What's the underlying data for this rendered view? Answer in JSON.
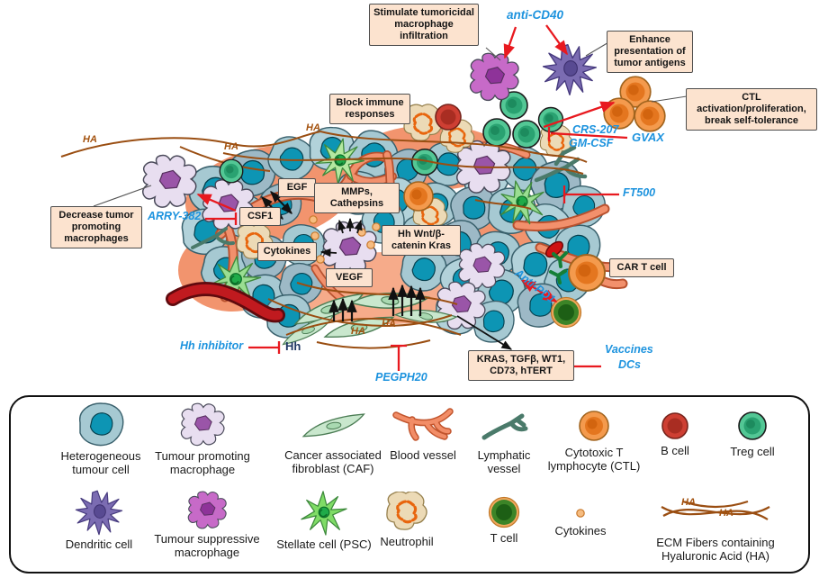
{
  "boxes": {
    "stimulate": "Stimulate tumoricidal macrophage infiltration",
    "enhance": "Enhance presentation of tumor antigens",
    "ctl_activation": "CTL activation/proliferation, break self-tolerance",
    "block_immune": "Block immune responses",
    "egf": "EGF",
    "mmps": "MMPs, Cathepsins",
    "csf1": "CSF1",
    "cytokines": "Cytokines",
    "vegf": "VEGF",
    "pathways": "Hh Wnt/β-catenin Kras",
    "car_t": "CAR T cell",
    "targets": "KRAS, TGFβ, WT1, CD73, hTERT",
    "decrease": "Decrease tumor promoting macrophages"
  },
  "drugs": {
    "anti_cd40": "anti-CD40",
    "crs207": "CRS-207",
    "gmcsf": "GM-CSF",
    "gvax": "GVAX",
    "ft500": "FT500",
    "anti_pd1": "Anti-PD1",
    "vaccines": "Vaccines",
    "dcs": "DCs",
    "pegph20": "PEGPH20",
    "hh_inhibitor": "Hh inhibitor",
    "arry382": "ARRY-382"
  },
  "labels": {
    "hh": "Hh",
    "ha": "HA"
  },
  "colors": {
    "drug_blue": "#1d93de",
    "arrow_red": "#e8191f",
    "box_fill": "#fce3cf",
    "fiber_brown": "#9a4e12",
    "tumor_cell": "#a6c9d2",
    "vessel_salmon": "#f2906c"
  },
  "legend": {
    "row1": [
      {
        "label": "Heterogeneous tumour cell"
      },
      {
        "label": "Tumour promoting macrophage"
      },
      {
        "label": "Cancer associated fibroblast (CAF)"
      },
      {
        "label": "Blood vessel"
      },
      {
        "label": "Lymphatic vessel"
      },
      {
        "label": "Cytotoxic T lymphocyte (CTL)"
      },
      {
        "label": "B cell"
      },
      {
        "label": "Treg cell"
      }
    ],
    "row2": [
      {
        "label": "Dendritic cell"
      },
      {
        "label": "Tumour suppressive macrophage"
      },
      {
        "label": "Stellate cell (PSC)"
      },
      {
        "label": "Neutrophil"
      },
      {
        "label": "T cell"
      },
      {
        "label": "Cytokines"
      },
      {
        "label": "ECM Fibers containing Hyaluronic Acid (HA)"
      }
    ]
  }
}
